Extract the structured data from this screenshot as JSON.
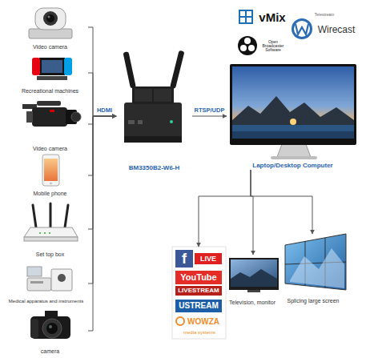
{
  "diagram": {
    "nodes": [
      {
        "text": [
          "Video camera"
        ]
      },
      {
        "text": [
          "Recreational machines"
        ]
      },
      {
        "text": [
          "Video camera"
        ]
      },
      {
        "text": [
          "Mobile phone"
        ]
      },
      {
        "text": [
          "Set top box"
        ]
      },
      {
        "text": [
          "Medical apparatus and instruments"
        ]
      },
      {
        "text": [
          "camera"
        ]
      },
      {
        "text": [
          "BM3350B2-W6-H"
        ]
      },
      {
        "text": [
          "Laptop/Desktop Computer"
        ]
      },
      {
        "text": [
          "f",
          "LIVE",
          "YouTube",
          "LIVESTREAM",
          "USTREAM",
          "WOWZA",
          "media systems"
        ]
      },
      {
        "text": [
          "Television, monitor"
        ]
      },
      {
        "text": [
          "Splicing large screen"
        ]
      }
    ],
    "edges": [
      {
        "from": 0,
        "to": 7,
        "arrow": "to"
      },
      {
        "from": 1,
        "to": 7,
        "arrow": "to"
      },
      {
        "from": 2,
        "to": 7,
        "label": "HDMI",
        "arrow": "to"
      },
      {
        "from": 3,
        "to": 7,
        "arrow": "to"
      },
      {
        "from": 4,
        "to": 7,
        "arrow": "to"
      },
      {
        "from": 5,
        "to": 7,
        "arrow": "to"
      },
      {
        "from": 6,
        "to": 7,
        "arrow": "to"
      },
      {
        "from": 7,
        "to": 8,
        "label": "RTSP/UDP",
        "arrow": "to"
      },
      {
        "from": 8,
        "to": 9,
        "arrow": "to"
      },
      {
        "from": 8,
        "to": 10,
        "arrow": "to"
      },
      {
        "from": 8,
        "to": 11,
        "arrow": "to"
      }
    ],
    "labels": [
      "vMix",
      "Open Broadcaster Software",
      "Telestream",
      "Wirecast"
    ]
  }
}
